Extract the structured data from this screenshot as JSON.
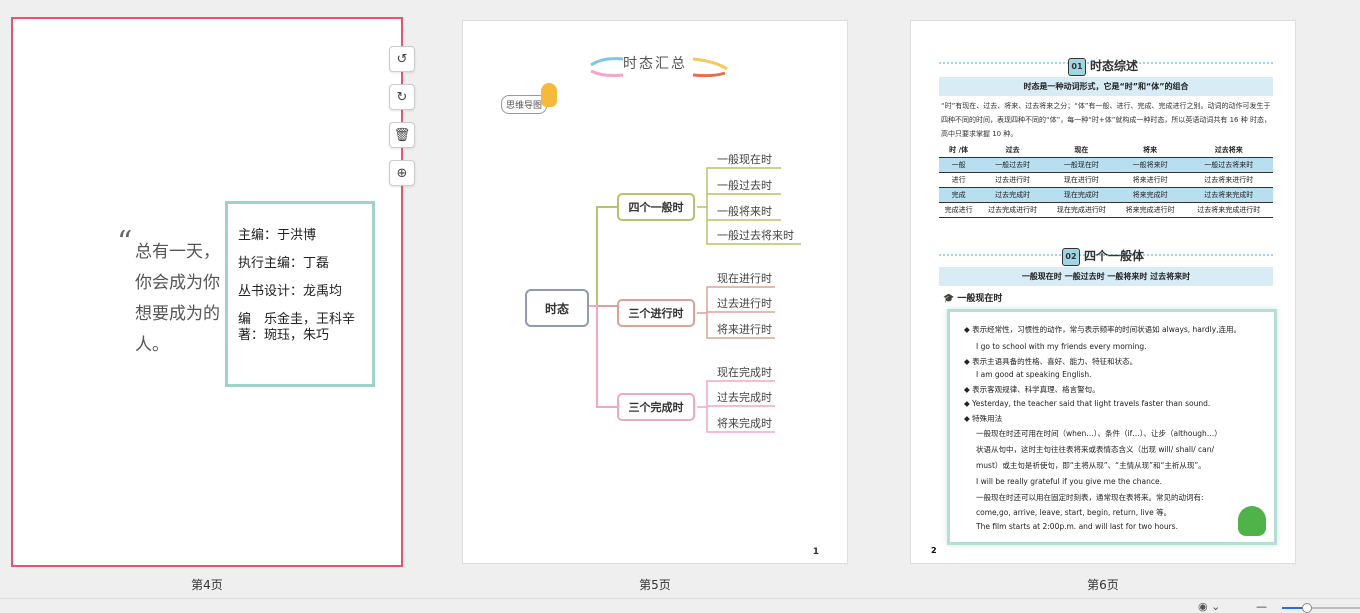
{
  "pages": [
    {
      "label": "第4页"
    },
    {
      "label": "第5页"
    },
    {
      "label": "第6页"
    }
  ],
  "page4": {
    "quote": "总有一天，你会成为你想要成为的人。",
    "credits": [
      {
        "role": "主编：",
        "name": "于洪博"
      },
      {
        "role": "执行主编：",
        "name": "丁磊"
      },
      {
        "role": "丛书设计：",
        "name": "龙禹均"
      },
      {
        "role": "编著：",
        "name": "乐金圭，王科辛琬珏，朱巧"
      }
    ],
    "tools": [
      "rotate-left-icon",
      "rotate-right-icon",
      "delete-icon",
      "add-icon"
    ]
  },
  "page5": {
    "title": "时态汇总",
    "sticker": "思维导图",
    "root": "时态",
    "branches": [
      {
        "label": "四个一般时",
        "color": "#b5c46a",
        "leaves": [
          "一般现在时",
          "一般过去时",
          "一般将来时",
          "一般过去将来时"
        ]
      },
      {
        "label": "三个进行时",
        "color": "#d9a397",
        "leaves": [
          "现在进行时",
          "过去进行时",
          "将来进行时"
        ]
      },
      {
        "label": "三个完成时",
        "color": "#f2a6c8",
        "leaves": [
          "现在完成时",
          "过去完成时",
          "将来完成时"
        ]
      }
    ],
    "page_number": "1"
  },
  "page6": {
    "section1_title": "时态综述",
    "section1_badge": "01",
    "section1_bar": "时态是一种动词形式，它是“时”和“体”的组合",
    "section1_para": "“时”有现在、过去、将来、过去将来之分；“体”有一般、进行、完成、完成进行之别。动词的动作可发生于四种不同的时间，表现四种不同的“体”，每一种“时+体”就构成一种时态，所以英语动词共有 16 种 时态，高中只要求掌握 10 种。",
    "table": {
      "headers": [
        "时 /体",
        "过去",
        "现在",
        "将来",
        "过去将来"
      ],
      "rows": [
        [
          "一般",
          "一般过去时",
          "一般现在时",
          "一般将来时",
          "一般过去将来时"
        ],
        [
          "进行",
          "过去进行时",
          "现在进行时",
          "将来进行时",
          "过去将来进行时"
        ],
        [
          "完成",
          "过去完成时",
          "现在完成时",
          "将来完成时",
          "过去将来完成时"
        ],
        [
          "完成进行",
          "过去完成进行时",
          "现在完成进行时",
          "将来完成进行时",
          "过去将来完成进行时"
        ]
      ]
    },
    "section2_title": "四个一般体",
    "section2_badge": "02",
    "section2_bar": "一般现在时  一般过去时  一般将来时  过去将来时",
    "subheading": "一般现在时",
    "lines": [
      "◆  表示经常性，习惯性的动作，常与表示频率的时间状语如 always, hardly,连用。",
      "I go to school with my friends every morning.",
      "◆  表示主语具备的性格、喜好、能力、特征和状态。",
      "I am good at speaking English.",
      "◆  表示客观规律、科学真理、格言警句。",
      "◆  Yesterday, the teacher said that light travels faster than sound.",
      "◆  特殊用法",
      "一般现在时还可用在时间（when…）、条件（if…）、让步（although…）",
      "状语从句中，这时主句往往表将来或表情态含义（出现 will/ shall/ can/",
      "must）或主句是祈使句，即“主将从现”、“主情从现”和“主祈从现”。",
      "I will be really grateful if you give me the chance.",
      "一般现在时还可以用在固定时刻表，通常现在表将来。常见的动词有:",
      "come,go, arrive,   leave, start, begin, return, live 等。",
      "The film starts at 2:00p.m. and will last for two hours."
    ],
    "page_number": "2"
  },
  "status": {
    "eye": "◉ ⌄",
    "zoom_minus": "—"
  }
}
